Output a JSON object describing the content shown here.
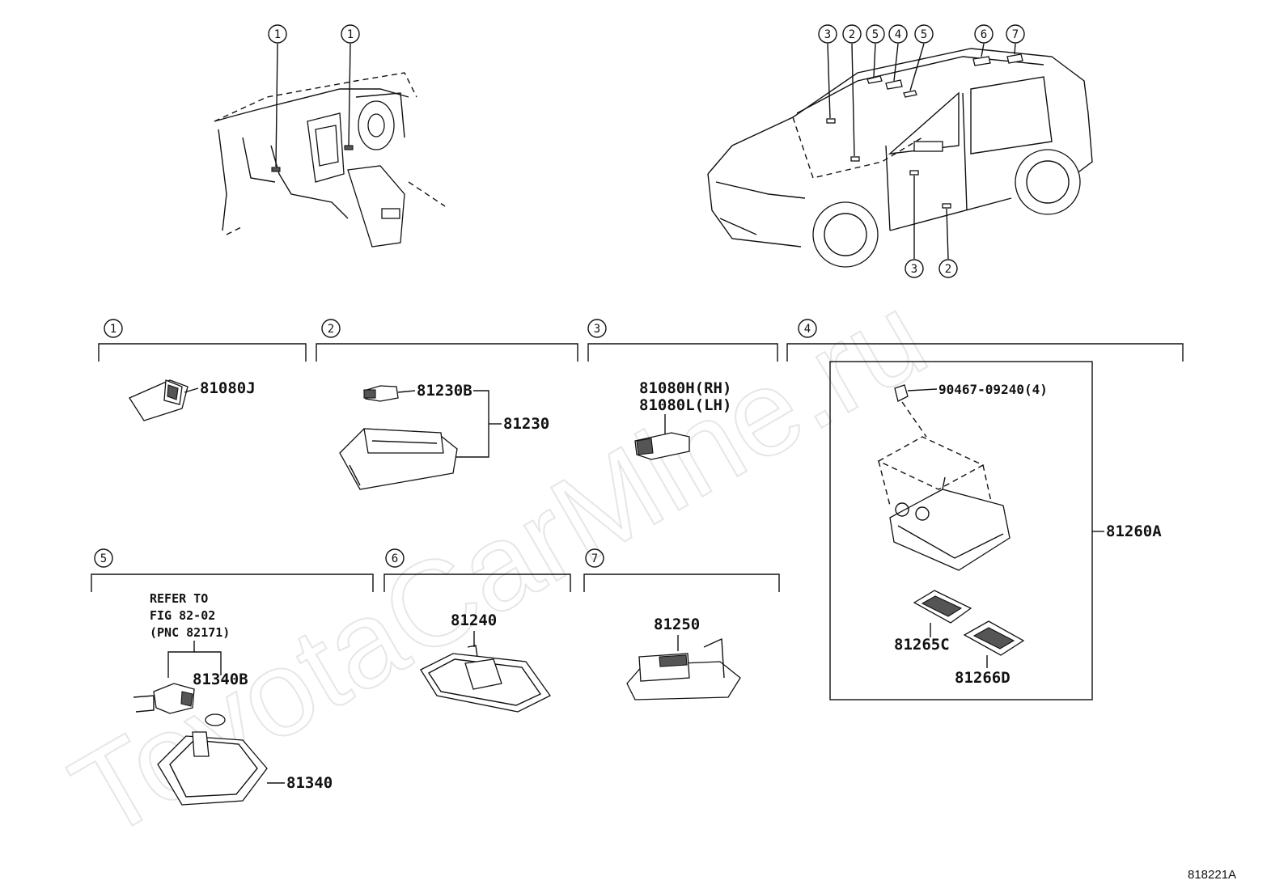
{
  "watermark": "ToyotaCarMine.ru",
  "figure_id": "818221A",
  "callouts": [
    "1",
    "2",
    "3",
    "4",
    "5",
    "6",
    "7"
  ],
  "parts": {
    "p81080J": "81080J",
    "p81230B": "81230B",
    "p81230": "81230",
    "p81080H": "81080H(RH)",
    "p81080L": "81080L(LH)",
    "p90467": "90467-09240(4)",
    "p81260A": "81260A",
    "p81265C": "81265C",
    "p81266D": "81266D",
    "p81240": "81240",
    "p81250": "81250",
    "p81340B": "81340B",
    "p81340": "81340"
  },
  "refer_note": [
    "REFER TO",
    "FIG 82-02",
    "(PNC 82171)"
  ]
}
